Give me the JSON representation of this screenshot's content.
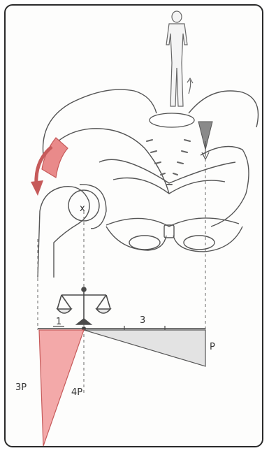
{
  "labels": {
    "lever_left": "1",
    "lever_right": "3",
    "weight": "P",
    "muscle_force": "3P",
    "joint_reaction": "4P",
    "fulcrum_mark": "x"
  },
  "colors": {
    "muscle": "#e98a8a",
    "muscle_dark": "#c65a5a",
    "gray_force": "#8a8a8a",
    "weight_area": "#e3e3e3",
    "outline": "#555555",
    "scale": "#4a4a4a"
  },
  "icons": [
    "standing-person-icon",
    "balance-scale-icon",
    "down-arrow-icon",
    "curved-arrow-icon"
  ]
}
